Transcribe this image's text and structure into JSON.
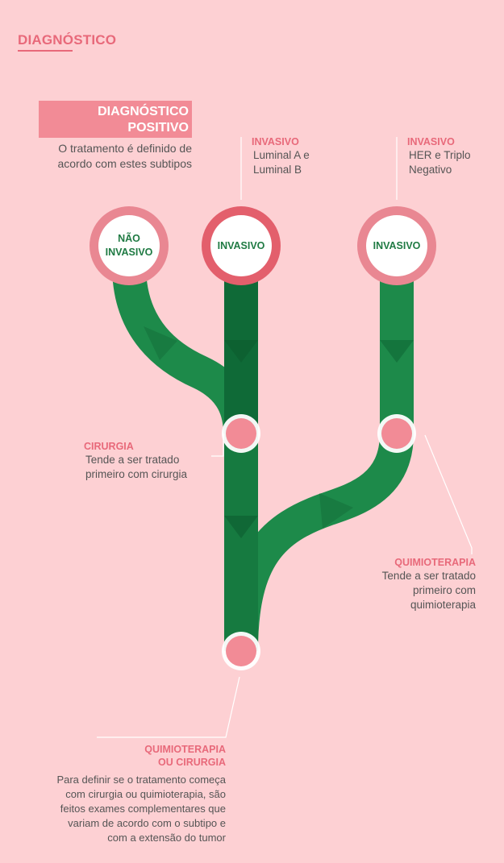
{
  "header": {
    "title": "DIAGNÓSTICO"
  },
  "positive": {
    "title_line1": "DIAGNÓSTICO",
    "title_line2": "POSITIVO",
    "subtitle_line1": "O tratamento é definido de",
    "subtitle_line2": "acordo com estes subtipos"
  },
  "subtypes": [
    {
      "title": "INVASIVO",
      "line1": "Luminal A e",
      "line2": "Luminal B"
    },
    {
      "title": "INVASIVO",
      "line1": "HER e Triplo",
      "line2": "Negativo"
    }
  ],
  "circles": {
    "non_invasive_line1": "NÃO",
    "non_invasive_line2": "INVASIVO",
    "invasive_center": "INVASIVO",
    "invasive_right": "INVASIVO"
  },
  "steps": {
    "surgery": {
      "title": "CIRURGIA",
      "line1": "Tende a ser tratado",
      "line2": "primeiro com cirurgia"
    },
    "chemo": {
      "title": "QUIMIOTERAPIA",
      "line1": "Tende a ser tratado",
      "line2": "primeiro com",
      "line3": "quimioterapia"
    },
    "either": {
      "title_line1": "QUIMIOTERAPIA",
      "title_line2": "OU CIRURGIA",
      "lines": [
        "Para definir se o tratamento começa",
        "com cirurgia ou quimioterapia, são",
        "feitos exames complementares que",
        "variam de acordo com o subtipo e",
        "com a extensão do tumor"
      ]
    }
  },
  "colors": {
    "background": "#fdd0d3",
    "accent": "#e8697a",
    "green": "#1d8a4a",
    "green_dark": "#0f6a37",
    "node": "#f28b96"
  }
}
